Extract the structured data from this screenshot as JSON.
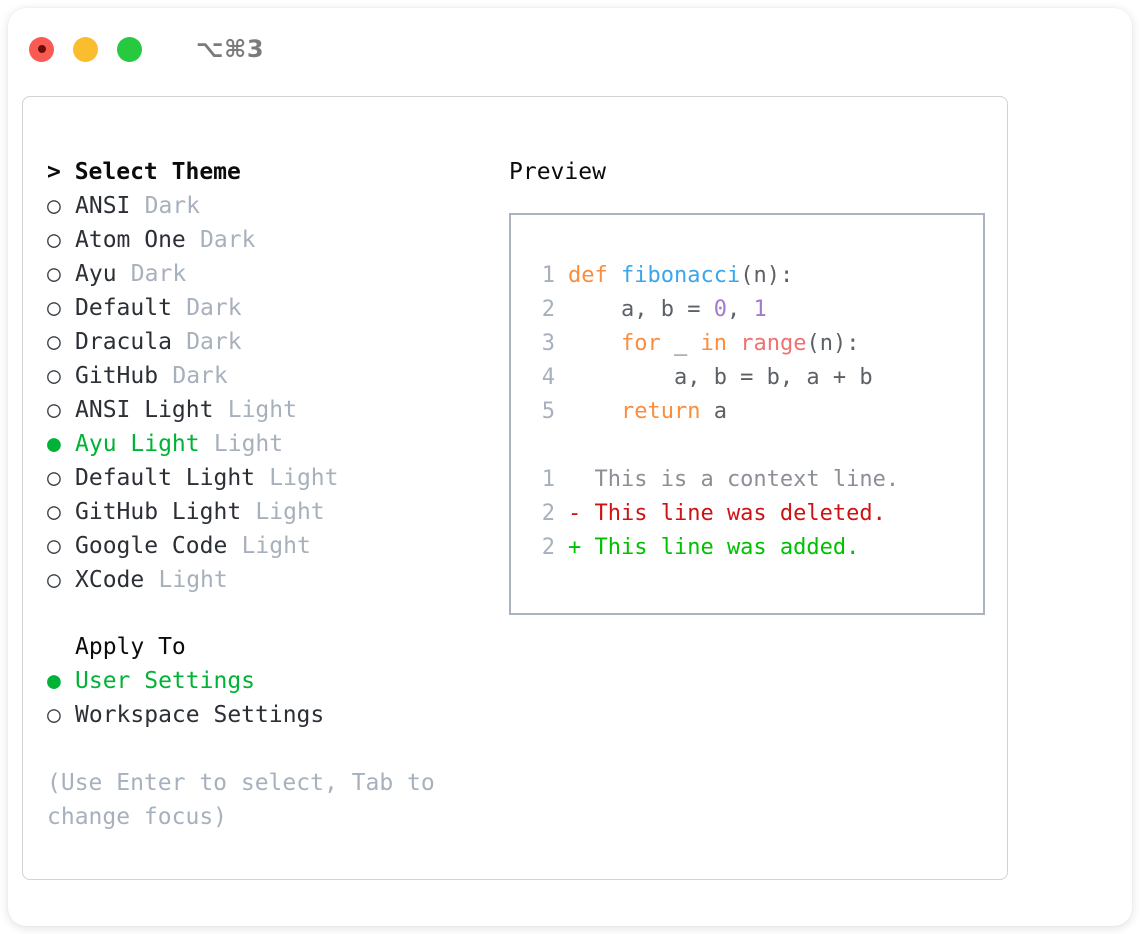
{
  "titlebar": {
    "dots": [
      {
        "name": "close-dot",
        "color": "#fb5a52"
      },
      {
        "name": "minimize-dot",
        "color": "#f9bd2e"
      },
      {
        "name": "maximize-dot",
        "color": "#26c93f"
      }
    ],
    "shortcut": "⌥⌘3"
  },
  "theme_section": {
    "title": "> Select Theme",
    "focused": true,
    "options": [
      {
        "marker": "○",
        "label": "ANSI",
        "kind": "Dark",
        "selected": false
      },
      {
        "marker": "○",
        "label": "Atom One",
        "kind": "Dark",
        "selected": false
      },
      {
        "marker": "○",
        "label": "Ayu",
        "kind": "Dark",
        "selected": false
      },
      {
        "marker": "○",
        "label": "Default",
        "kind": "Dark",
        "selected": false
      },
      {
        "marker": "○",
        "label": "Dracula",
        "kind": "Dark",
        "selected": false
      },
      {
        "marker": "○",
        "label": "GitHub",
        "kind": "Dark",
        "selected": false
      },
      {
        "marker": "○",
        "label": "ANSI Light",
        "kind": "Light",
        "selected": false
      },
      {
        "marker": "●",
        "label": "Ayu Light",
        "kind": "Light",
        "selected": true
      },
      {
        "marker": "○",
        "label": "Default Light",
        "kind": "Light",
        "selected": false
      },
      {
        "marker": "○",
        "label": "GitHub Light",
        "kind": "Light",
        "selected": false
      },
      {
        "marker": "○",
        "label": "Google Code",
        "kind": "Light",
        "selected": false
      },
      {
        "marker": "○",
        "label": "XCode",
        "kind": "Light",
        "selected": false
      }
    ]
  },
  "apply_section": {
    "title": "Apply To",
    "focused": false,
    "options": [
      {
        "marker": "●",
        "label": "User Settings",
        "selected": true
      },
      {
        "marker": "○",
        "label": "Workspace Settings",
        "selected": false
      }
    ]
  },
  "hint": "(Use Enter to select, Tab to change focus)",
  "preview": {
    "title": "Preview",
    "code_lines": [
      {
        "no": "1",
        "tokens": [
          {
            "t": "def",
            "c": "kw"
          },
          {
            "t": " ",
            "c": "pl"
          },
          {
            "t": "fibonacci",
            "c": "fn"
          },
          {
            "t": "(n):",
            "c": "pl"
          }
        ]
      },
      {
        "no": "2",
        "tokens": [
          {
            "t": "    a, b = ",
            "c": "pl"
          },
          {
            "t": "0",
            "c": "num"
          },
          {
            "t": ", ",
            "c": "pl"
          },
          {
            "t": "1",
            "c": "num"
          }
        ]
      },
      {
        "no": "3",
        "tokens": [
          {
            "t": "    ",
            "c": "pl"
          },
          {
            "t": "for",
            "c": "kw"
          },
          {
            "t": " _ ",
            "c": "pl"
          },
          {
            "t": "in",
            "c": "kw"
          },
          {
            "t": " ",
            "c": "pl"
          },
          {
            "t": "range",
            "c": "bi"
          },
          {
            "t": "(n):",
            "c": "pl"
          }
        ]
      },
      {
        "no": "4",
        "tokens": [
          {
            "t": "        a, b = b, a + b",
            "c": "pl"
          }
        ]
      },
      {
        "no": "5",
        "tokens": [
          {
            "t": "    ",
            "c": "pl"
          },
          {
            "t": "return",
            "c": "kw"
          },
          {
            "t": " a",
            "c": "pl"
          }
        ]
      }
    ],
    "diff_lines": [
      {
        "no": "1",
        "text": "  This is a context line.",
        "kind": "ctx"
      },
      {
        "no": "2",
        "text": "- This line was deleted.",
        "kind": "del"
      },
      {
        "no": "2",
        "text": "+ This line was added.",
        "kind": "add"
      }
    ]
  },
  "colors": {
    "accent_green": "#00b336",
    "muted": "#a7b0bd",
    "keyword": "#fa8d3e",
    "function": "#3aa6ed",
    "number": "#a37acc",
    "builtin": "#f07171",
    "plain": "#5c6166",
    "diff_delete": "#cc1414",
    "diff_add": "#00c000",
    "diff_context": "#8b9096"
  }
}
